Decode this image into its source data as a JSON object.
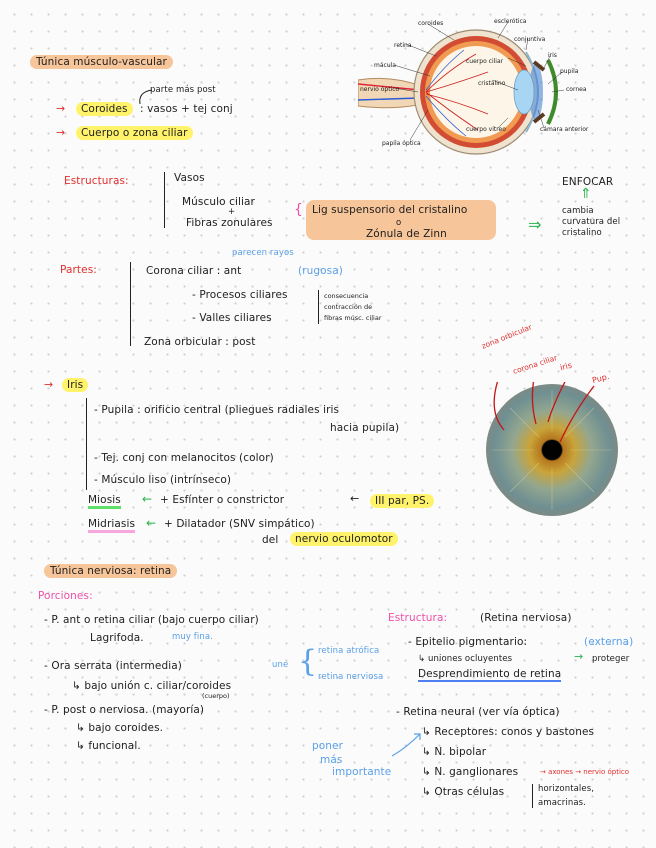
{
  "eye_diagram": {
    "labels": {
      "coroides": "coroides",
      "esclerotica": "esclerótica",
      "retina": "retina",
      "conjuntiva": "conjuntiva",
      "macula": "mácula",
      "cuerpo_ciliar": "cuerpo ciliar",
      "iris": "iris",
      "pupila": "pupila",
      "nervio_optico": "nervio óptico",
      "cristalino": "cristalino",
      "cornea": "cornea",
      "papila_optica": "papila óptica",
      "cuerpo_vitreo": "cuerpo vitreo",
      "camara_anterior": "cámara anterior"
    }
  },
  "section1": {
    "title": "Túnica músculo-vascular",
    "parte_mas_post": "parte más post",
    "coroides_label": "Coroides",
    "coroides_def": ": vasos + tej conj",
    "cuerpo_ciliar": "Cuerpo o zona ciliar",
    "estructuras_label": "Estructuras:",
    "vasos": "Vasos",
    "musculo_ciliar": "Músculo ciliar",
    "plus": "+",
    "fibras_zonulares": "Fibras zonulares",
    "ligamento": "Lig suspensorio del cristalino",
    "o": "o",
    "zonula": "Zónula de Zinn",
    "enfocar": "ENFOCAR",
    "cambia": "cambia",
    "curvatura": "curvatura del",
    "cristalino": "cristalino",
    "partes_label": "Partes:",
    "parecen_rayos": "parecen rayos",
    "corona_ciliar": "Corona ciliar : ant",
    "rugosa": "(rugosa)",
    "procesos": "- Procesos ciliares",
    "valles": "- Valles ciliares",
    "nota1": "consecuencia",
    "nota2": "contracción de",
    "nota3": "fibras músc. ciliar",
    "zona_orbicular": "Zona orbicular : post"
  },
  "iris_section": {
    "title": "Iris",
    "pupila": "- Pupila : orificio central (pliegues radiales iris",
    "pupila2": "hacia pupila)",
    "tej": "- Tej. conj con melanocitos (color)",
    "musculo": "- Músculo liso (intrínseco)",
    "miosis": "Miosis",
    "esfinter": "+ Esfínter o constrictor",
    "iii_par": "III par, PS.",
    "midriasis": "Midriasis",
    "dilatador": "+ Dilatador (SNV simpático)",
    "del": "del",
    "nervio": "nervio oculomotor",
    "photo_labels": {
      "zona_orbicular": "zona orbicular",
      "corona_ciliar": "corona ciliar",
      "iris": "iris",
      "pup": "Pup."
    }
  },
  "section2": {
    "title": "Túnica nerviosa: retina",
    "porciones": "Porciones:",
    "p_ant": "- P. ant o retina ciliar (bajo cuerpo ciliar)",
    "lagrifoda": "Lagrifoda.",
    "muy_fina": "muy fina.",
    "ora": "- Ora serrata (intermedia)",
    "une": "une",
    "retina_atrofica": "retina atrófica",
    "retina_nerviosa": "retina nerviosa",
    "bajo_union": "↳ bajo unión c. ciliar/coroides",
    "cuerpo": "(cuerpo)",
    "p_post": "- P. post o nerviosa. (mayoría)",
    "bajo_coroides": "↳ bajo coroides.",
    "funcional": "↳ funcional.",
    "estructura": "Estructura:",
    "retina_nerviosa2": "(Retina nerviosa)",
    "epitelio": "- Epitelio pigmentario:",
    "externa": "(externa)",
    "uniones": "↳ uniones ocluyentes",
    "proteger": "proteger",
    "desprendimiento": "Desprendimiento de retina",
    "retina_neural": "- Retina neural (ver vía óptica)",
    "receptores": "↳ Receptores: conos y bastones",
    "bipolar": "↳ N. bipolar",
    "ganglionares": "↳ N. ganglionares",
    "axones": "→ axones → nervio óptico",
    "otras": "↳ Otras células",
    "horizontales": "horizontales,",
    "amacrinas": "amacrinas.",
    "poner": "poner",
    "mas": "más",
    "importante": "importante"
  }
}
